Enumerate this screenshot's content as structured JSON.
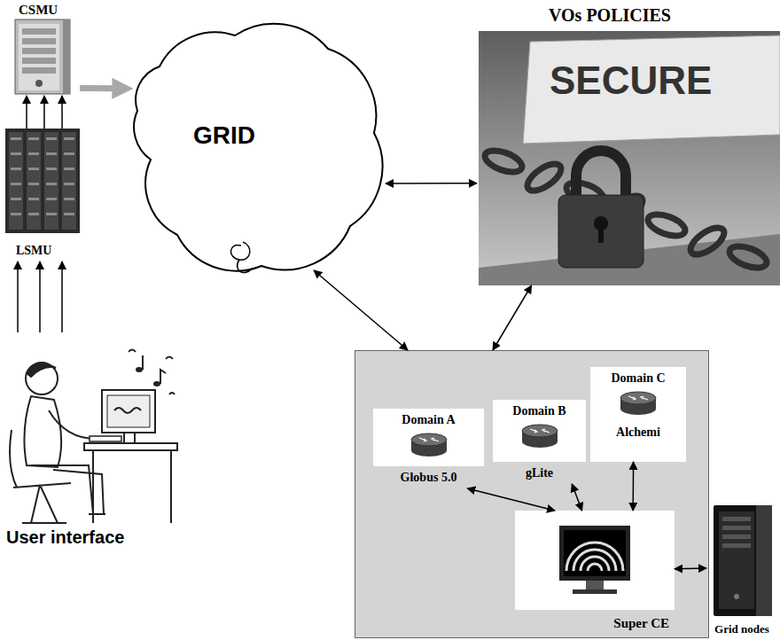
{
  "diagram": {
    "nodes": [
      {
        "text": [
          "CSMU"
        ]
      },
      {
        "text": [
          "GRID"
        ]
      },
      {
        "text": [
          "VOs POLICIES",
          "SECURE"
        ]
      },
      {
        "text": [
          "LSMU"
        ]
      },
      {
        "text": [
          "User interface"
        ]
      },
      {
        "text": []
      },
      {
        "text": [
          "Domain A",
          "Globus 5.0"
        ],
        "in": 5
      },
      {
        "text": [
          "Domain B",
          "gLite"
        ],
        "in": 5
      },
      {
        "text": [
          "Domain C",
          "Alchemi"
        ],
        "in": 5
      },
      {
        "text": [
          "Super CE"
        ],
        "in": 5
      },
      {
        "text": [
          "Grid nodes"
        ]
      }
    ],
    "edges": [
      {
        "from": 4,
        "to": 3,
        "arrow": "to"
      },
      {
        "from": 4,
        "to": 3,
        "arrow": "to"
      },
      {
        "from": 4,
        "to": 3,
        "arrow": "to"
      },
      {
        "from": 3,
        "to": 0,
        "arrow": "to"
      },
      {
        "from": 3,
        "to": 0,
        "arrow": "to"
      },
      {
        "from": 3,
        "to": 0,
        "arrow": "to"
      },
      {
        "from": 0,
        "to": 1,
        "arrow": "to"
      },
      {
        "from": 1,
        "to": 2,
        "arrow": "both"
      },
      {
        "from": 1,
        "to": 5,
        "arrow": "both"
      },
      {
        "from": 2,
        "to": 5,
        "arrow": "both"
      },
      {
        "from": 6,
        "to": 9,
        "arrow": "both"
      },
      {
        "from": 7,
        "to": 9,
        "arrow": "both"
      },
      {
        "from": 8,
        "to": 9,
        "arrow": "both"
      },
      {
        "from": 9,
        "to": 10,
        "arrow": "both"
      }
    ]
  }
}
